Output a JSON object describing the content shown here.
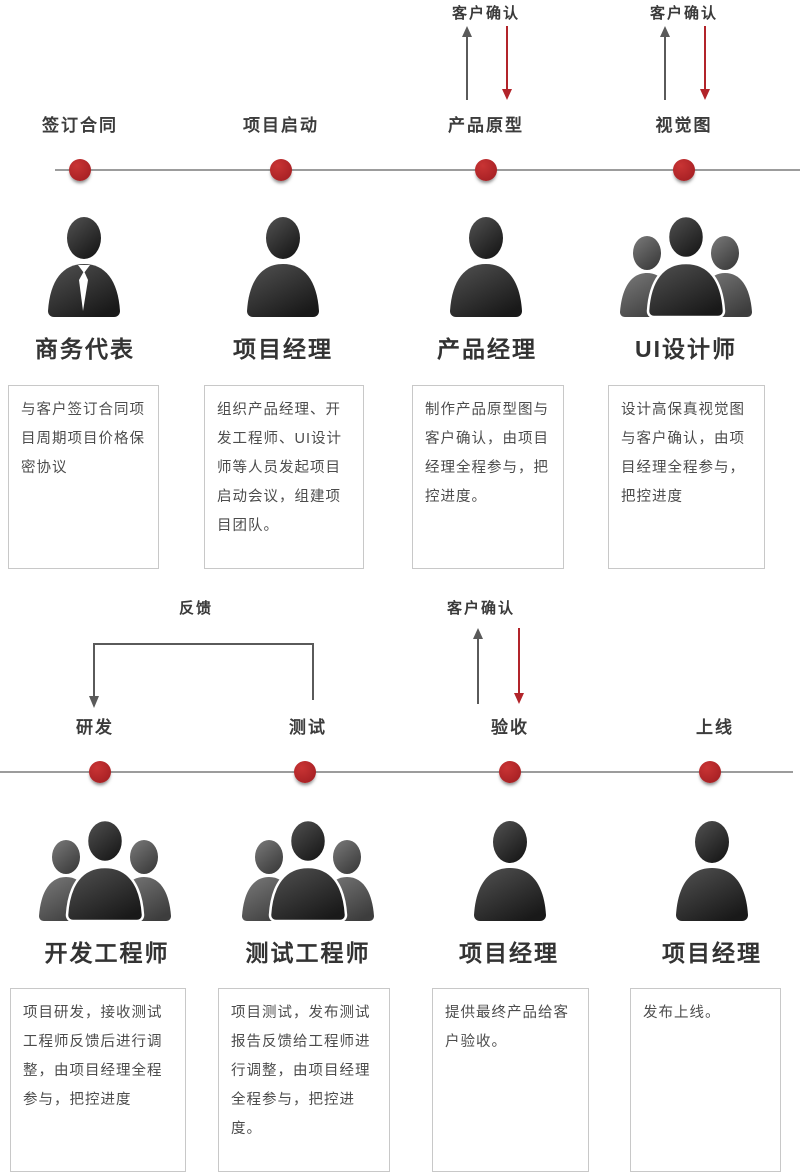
{
  "diagram": {
    "title_semantic": "project-development-workflow",
    "confirm_label": "客户确认",
    "feedback_label": "反馈",
    "colors": {
      "accent_red": "#b2242a",
      "line_gray": "#9c9c9c",
      "text_dark": "#3c3c3c"
    },
    "top_row": {
      "stages": [
        {
          "label": "签订合同",
          "role": "商务代表",
          "icon": "person-tie-icon",
          "description": "与客户签订合同项目周期项目价格保密协议"
        },
        {
          "label": "项目启动",
          "role": "项目经理",
          "icon": "person-icon",
          "description": "组织产品经理、开发工程师、UI设计师等人员发起项目启动会议，组建项目团队。"
        },
        {
          "label": "产品原型",
          "role": "产品经理",
          "icon": "person-icon",
          "customer_confirm": "客户确认",
          "description": "制作产品原型图与客户确认，由项目经理全程参与，把控进度。"
        },
        {
          "label": "视觉图",
          "role": "UI设计师",
          "icon": "people-group-icon",
          "customer_confirm": "客户确认",
          "description": "设计高保真视觉图与客户确认，由项目经理全程参与，把控进度"
        }
      ]
    },
    "bottom_row": {
      "stages": [
        {
          "label": "研发",
          "role": "开发工程师",
          "icon": "people-group-icon",
          "description": "项目研发，接收测试工程师反馈后进行调整，由项目经理全程参与，把控进度"
        },
        {
          "label": "测试",
          "role": "测试工程师",
          "icon": "people-group-icon",
          "description": "项目测试，发布测试报告反馈给工程师进行调整，由项目经理全程参与，把控进度。"
        },
        {
          "label": "验收",
          "role": "项目经理",
          "icon": "person-icon",
          "customer_confirm": "客户确认",
          "description": "提供最终产品给客户验收。"
        },
        {
          "label": "上线",
          "role": "项目经理",
          "icon": "person-icon",
          "description": "发布上线。"
        }
      ]
    }
  }
}
